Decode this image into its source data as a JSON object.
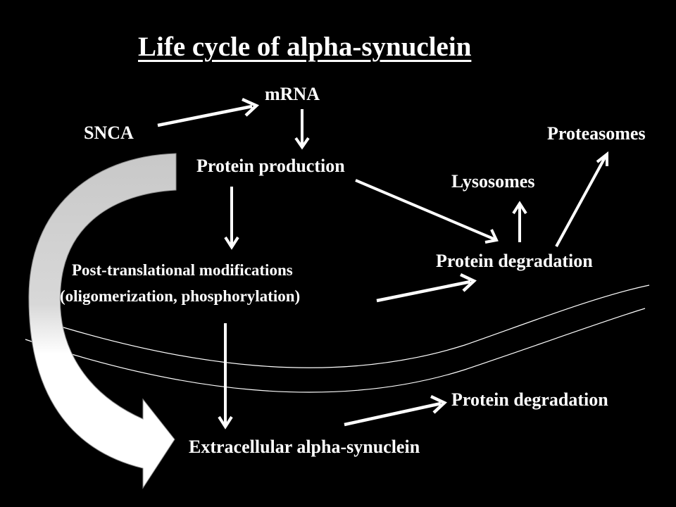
{
  "title": "Life cycle of alpha-synuclein",
  "nodes": {
    "snca": "SNCA",
    "mrna": "mRNA",
    "protein_production": "Protein production",
    "post_translational_line1": "Post-translational modifications",
    "post_translational_line2": "(oligomerization, phosphorylation)",
    "protein_degradation_intracellular": "Protein degradation",
    "lysosomes": "Lysosomes",
    "proteasomes": "Proteasomes",
    "extracellular": "Extracellular alpha-synuclein",
    "protein_degradation_extracellular": "Protein degradation"
  },
  "edges": [
    {
      "from": "SNCA",
      "to": "mRNA"
    },
    {
      "from": "mRNA",
      "to": "Protein production"
    },
    {
      "from": "Protein production",
      "to": "Post-translational modifications"
    },
    {
      "from": "Protein production",
      "to": "Protein degradation"
    },
    {
      "from": "Post-translational modifications",
      "to": "Protein degradation"
    },
    {
      "from": "Protein degradation",
      "to": "Lysosomes"
    },
    {
      "from": "Protein degradation",
      "to": "Proteasomes"
    },
    {
      "from": "Post-translational modifications",
      "to": "Extracellular alpha-synuclein"
    },
    {
      "from": "SNCA",
      "to": "Extracellular alpha-synuclein"
    },
    {
      "from": "Extracellular alpha-synuclein",
      "to": "Protein degradation"
    }
  ],
  "colors": {
    "background": "#000000",
    "text": "#ffffff",
    "arrow": "#ffffff",
    "membrane": "#ffffff",
    "big_arrow_fill_top": "#c8c8c8",
    "big_arrow_fill_bottom": "#ffffff"
  }
}
